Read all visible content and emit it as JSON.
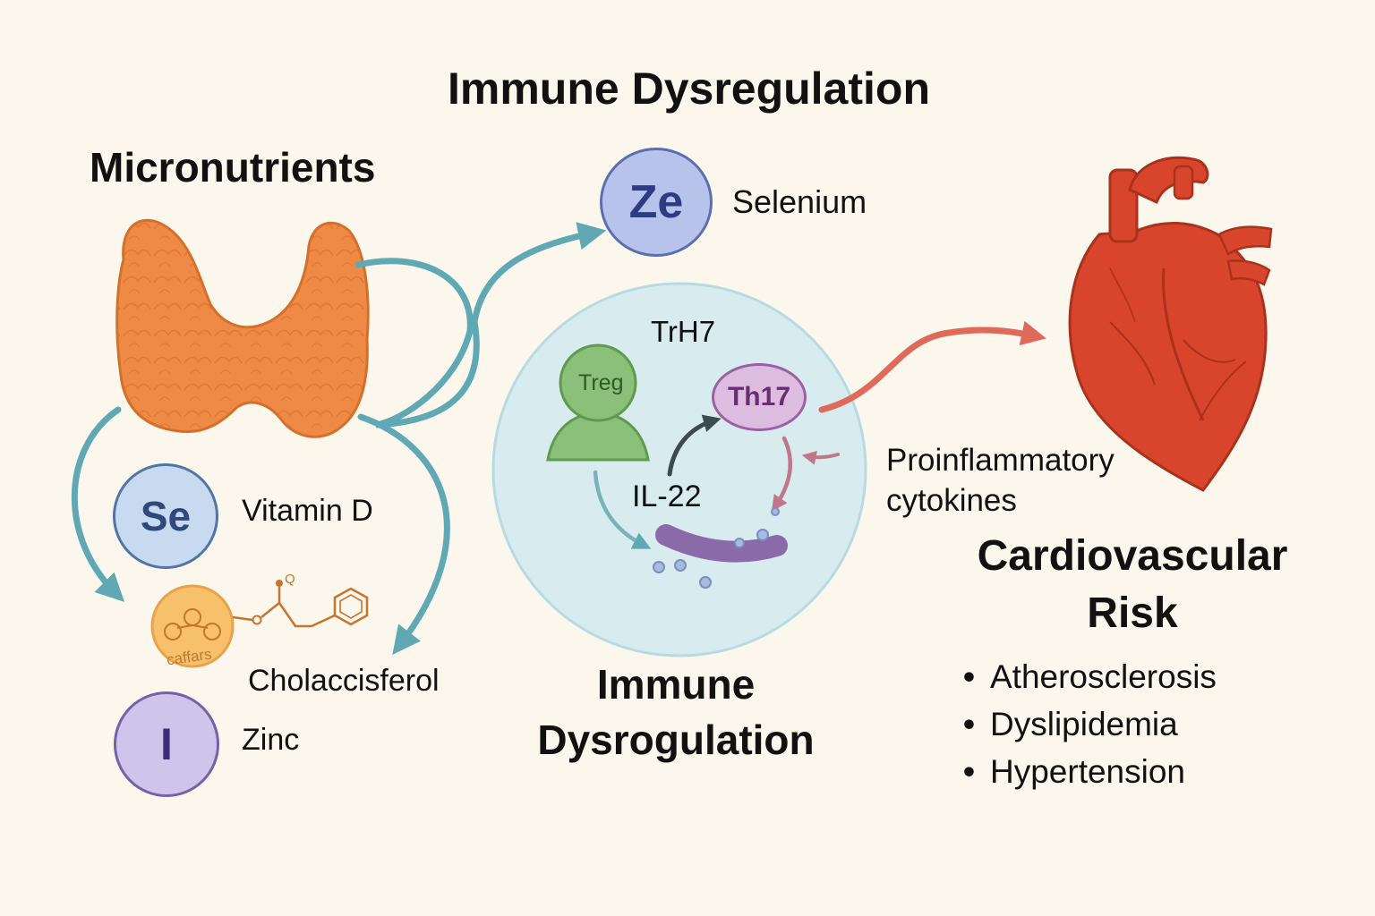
{
  "diagram": {
    "title_top": "Immune Dysregulation",
    "micronutrients_title": "Micronutrients",
    "selenium_node": {
      "symbol": "Ze",
      "label": "Selenium"
    },
    "vitamin_d_node": {
      "symbol": "Se",
      "label": "Vitamin D"
    },
    "cholecalciferol_node": {
      "molecule_text": "caffars",
      "label": "Cholaccisferol"
    },
    "zinc_node": {
      "symbol": "I",
      "label": "Zinc"
    },
    "immune_cell": {
      "label": "TrH7",
      "treg_label": "Treg",
      "th17_label": "Th17",
      "cytokine_label": "IL-22"
    },
    "cytokines_label": [
      "Proinflammatory",
      "cytokines"
    ],
    "immune_title_bottom": [
      "Immune",
      "Dysrogulation"
    ],
    "cardio_title": [
      "Cardiovascular",
      "Risk"
    ],
    "risks": [
      "Atherosclerosis",
      "Dyslipidemia",
      "Hypertension"
    ],
    "colors": {
      "background": "#fbf7ec",
      "thyroid": "#ee8a45",
      "arrow_teal": "#5fa8b4",
      "arrow_red": "#e06a5a",
      "heart": "#d9452c",
      "immune_circle": "#d8ecf0",
      "treg": "#8bc07a",
      "th17": "#dcbde0",
      "bacteria": "#8a6aa8"
    },
    "icons": [
      "thyroid-icon",
      "heart-icon",
      "molecule-icon",
      "treg-cell-icon",
      "bacteria-icon"
    ]
  }
}
